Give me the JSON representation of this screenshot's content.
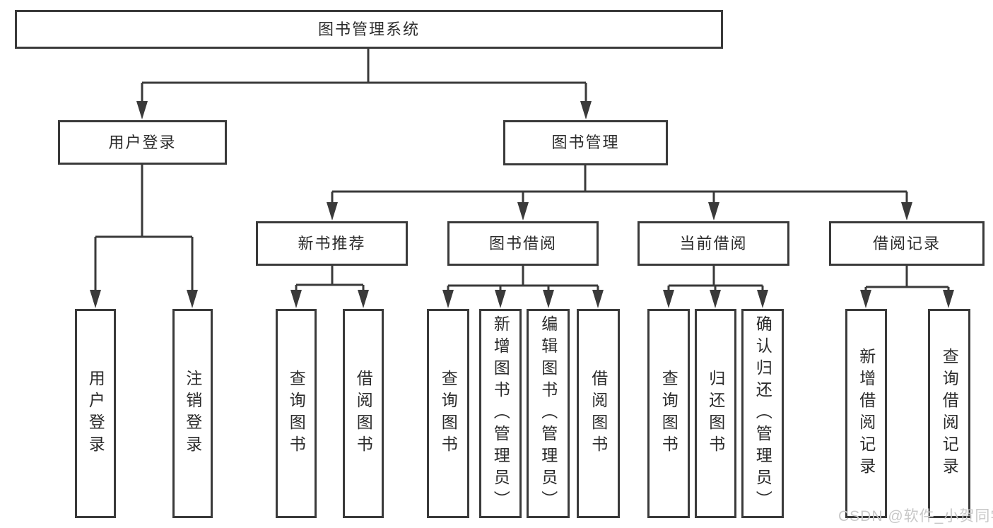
{
  "diagram_type": "hierarchy-tree",
  "tree": {
    "label": "图书管理系统",
    "children": [
      {
        "label": "用户登录",
        "children": [
          {
            "label": "用户登录"
          },
          {
            "label": "注销登录"
          }
        ]
      },
      {
        "label": "图书管理",
        "children": [
          {
            "label": "新书推荐",
            "children": [
              {
                "label": "查询图书"
              },
              {
                "label": "借阅图书"
              }
            ]
          },
          {
            "label": "图书借阅",
            "children": [
              {
                "label": "查询图书"
              },
              {
                "label": "新增图书（管理员）"
              },
              {
                "label": "编辑图书（管理员）"
              },
              {
                "label": "借阅图书"
              }
            ]
          },
          {
            "label": "当前借阅",
            "children": [
              {
                "label": "查询图书"
              },
              {
                "label": "归还图书"
              },
              {
                "label": "确认归还（管理员）"
              }
            ]
          },
          {
            "label": "借阅记录",
            "children": [
              {
                "label": "新增借阅记录"
              },
              {
                "label": "查询借阅记录"
              }
            ]
          }
        ]
      }
    ]
  },
  "watermark": {
    "text": "CSDN @软件_小贺同学"
  },
  "colors": {
    "line": "#3a3a3a",
    "box_border": "#3a3a3a",
    "box_fill": "#ffffff",
    "text": "#2b2b2b",
    "watermark_text": "#c8c8c8",
    "background": "#ffffff"
  }
}
